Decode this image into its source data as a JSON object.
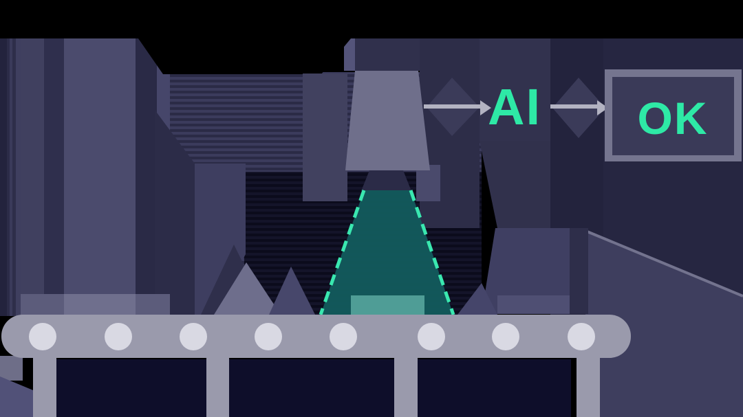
{
  "scene": {
    "labels": {
      "ai": "AI",
      "ok": "OK"
    },
    "colors": {
      "background": "#000000",
      "label_green": "#2ee9a6",
      "arrow_gray": "#b3b3c2",
      "scanner_body": "#6f6f8b",
      "scanner_nozzle": "#2b2b47",
      "scan_cone_teal": "#135a5c",
      "scan_dash_mint": "#3ae8b0",
      "scanned_item_teal": "#4f9d96",
      "belt_gray": "#9a9aac",
      "roller_light": "#d9d9e3",
      "crate_dark_navy": "#0e0e2a",
      "ok_frame_gray": "#75758f",
      "ok_inner_navy": "#3a3a58",
      "backdrop_stripe_light": "#3b3b5c",
      "backdrop_stripe_dark": "#2b2b46",
      "pillar_wide_purple": "#4b4b6d",
      "right_slope_purple": "#3e3e5e"
    },
    "conveyor": {
      "roller_count": 8,
      "crate_count": 3,
      "leg_count": 4
    }
  }
}
